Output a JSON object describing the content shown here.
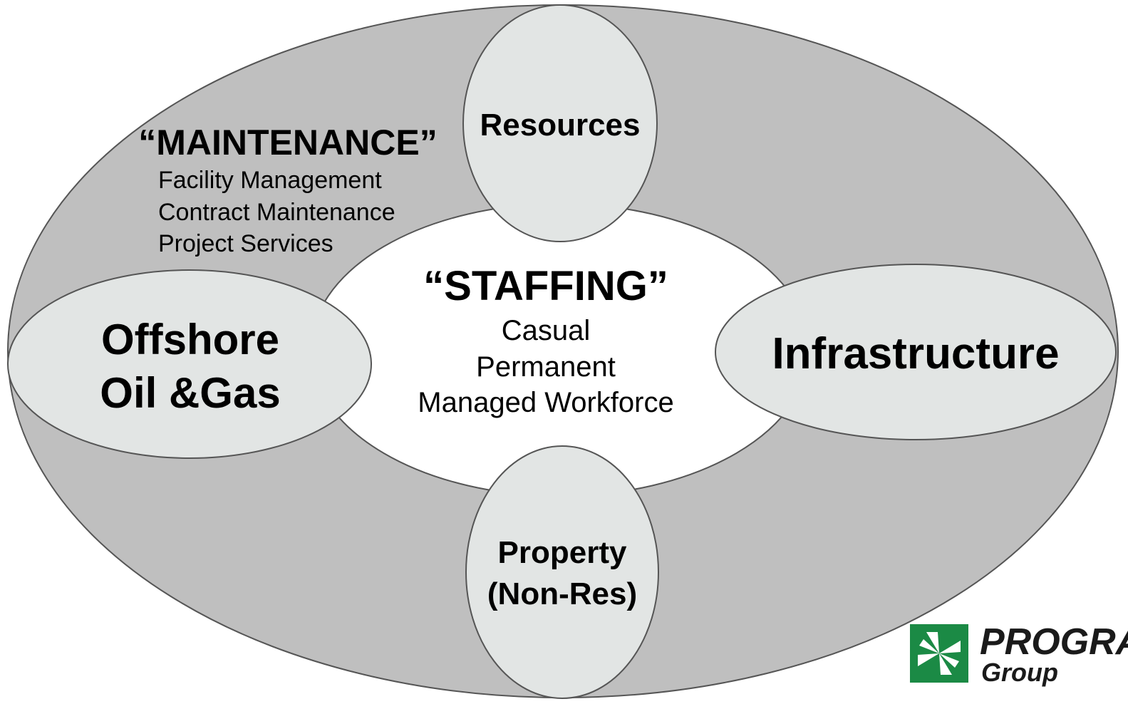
{
  "maintenance": {
    "title": "“MAINTENANCE”",
    "items": [
      "Facility Management",
      "Contract Maintenance",
      "Project Services"
    ]
  },
  "staffing": {
    "title": "“STAFFING”",
    "items": [
      "Casual",
      "Permanent",
      "Managed Workforce"
    ]
  },
  "sectors": {
    "resources": "Resources",
    "offshore_line1": "Offshore",
    "offshore_line2": "Oil &Gas",
    "infrastructure": "Infrastructure",
    "property_line1": "Property",
    "property_line2": "(Non-Res)"
  },
  "logo": {
    "name": "PROGRA",
    "sub": "Group"
  },
  "colors": {
    "outer_ring": "#bfbfbf",
    "sector_fill": "#e2e5e4",
    "center_fill": "#ffffff",
    "outline": "#404040",
    "logo_green": "#1b8a45",
    "text": "#000000"
  }
}
